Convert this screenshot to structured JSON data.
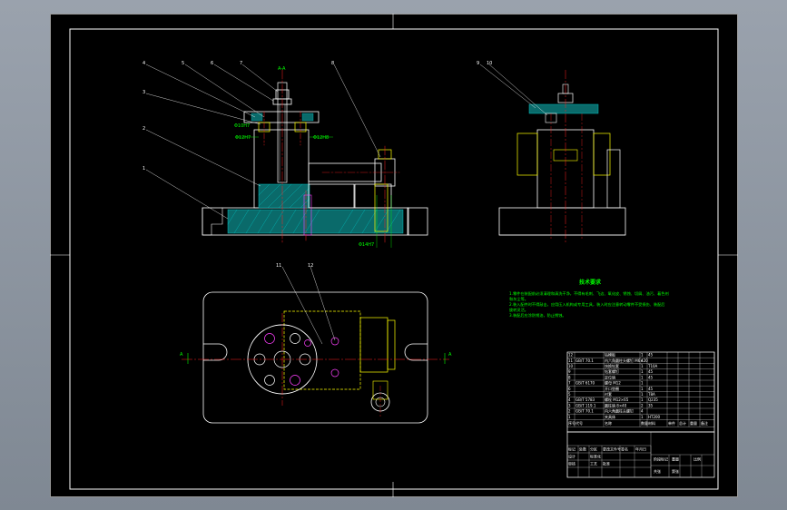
{
  "colors": {
    "outline": "#ffffff",
    "hidden": "#ffff00",
    "center": "#ff2020",
    "dimension": "#00ff00",
    "hatch": "#00b0b0",
    "accent": "#ff40ff",
    "background": "#000000"
  },
  "views": {
    "front": {
      "section_label": "A-A",
      "dims": {
        "d1": "Φ10H7",
        "d2": "Φ12H7",
        "d3": "Φ12H8",
        "d4": "Φ14H7"
      },
      "callouts": [
        "4",
        "5",
        "6",
        "7",
        "3",
        "2",
        "1",
        "8"
      ]
    },
    "side": {
      "callouts": [
        "9",
        "10"
      ]
    },
    "top": {
      "callouts": [
        "11",
        "12"
      ],
      "cut_left": "A",
      "cut_right": "A"
    }
  },
  "notes": {
    "title": "技术要求",
    "lines": [
      "1.零件在装配前必须清理和清洗干净，不得有毛刺、飞边、氧化皮、锈蚀、切屑、油污、着色剂",
      "和灰尘等。",
      "2.装入配件时不得敲击，应用压入机构或专用工具，装入时应注意转动零件不受损伤、装配后",
      "旋转灵活。",
      "3.装配后应涂防锈油，防止锈蚀。"
    ]
  },
  "title_block": {
    "header": [
      "序号",
      "代号",
      "名称",
      "数量",
      "材料",
      "单件",
      "总计",
      "重量",
      "备注"
    ],
    "rows": [
      [
        "12",
        "",
        "钻模板",
        "1",
        "45",
        "",
        "",
        "",
        ""
      ],
      [
        "11",
        "GB/T 70.1",
        "内六角圆柱头螺钉 M6×20",
        "4",
        "",
        "",
        "",
        "",
        ""
      ],
      [
        "10",
        "",
        "快换钻套",
        "1",
        "T10A",
        "",
        "",
        "",
        ""
      ],
      [
        "9",
        "",
        "钻套螺钉",
        "1",
        "45",
        "",
        "",
        "",
        ""
      ],
      [
        "8",
        "",
        "定位销",
        "1",
        "45",
        "",
        "",
        "",
        ""
      ],
      [
        "7",
        "GB/T 6170",
        "螺母 M12",
        "1",
        "",
        "",
        "",
        "",
        ""
      ],
      [
        "6",
        "",
        "开口垫圈",
        "1",
        "45",
        "",
        "",
        "",
        ""
      ],
      [
        "5",
        "",
        "衬套",
        "1",
        "T8A",
        "",
        "",
        "",
        ""
      ],
      [
        "4",
        "GB/T 5783",
        "螺栓 M12×65",
        "1",
        "Q235",
        "",
        "",
        "",
        ""
      ],
      [
        "3",
        "GB/T 119.1",
        "圆柱销 8×40",
        "2",
        "35",
        "",
        "",
        "",
        ""
      ],
      [
        "2",
        "GB/T 70.1",
        "内六角圆柱头螺钉",
        "4",
        "",
        "",
        "",
        "",
        ""
      ],
      [
        "1",
        "",
        "夹具体",
        "1",
        "HT200",
        "",
        "",
        "",
        ""
      ]
    ],
    "sign_labels": [
      "标记",
      "处数",
      "分区",
      "更改文件号",
      "签名",
      "年月日"
    ],
    "sign_labels2": [
      "设计",
      "标准化",
      "阶段标记",
      "重量",
      "比例"
    ],
    "sign_labels3": [
      "审核",
      "工艺",
      "批准",
      "共张",
      "第张"
    ]
  }
}
